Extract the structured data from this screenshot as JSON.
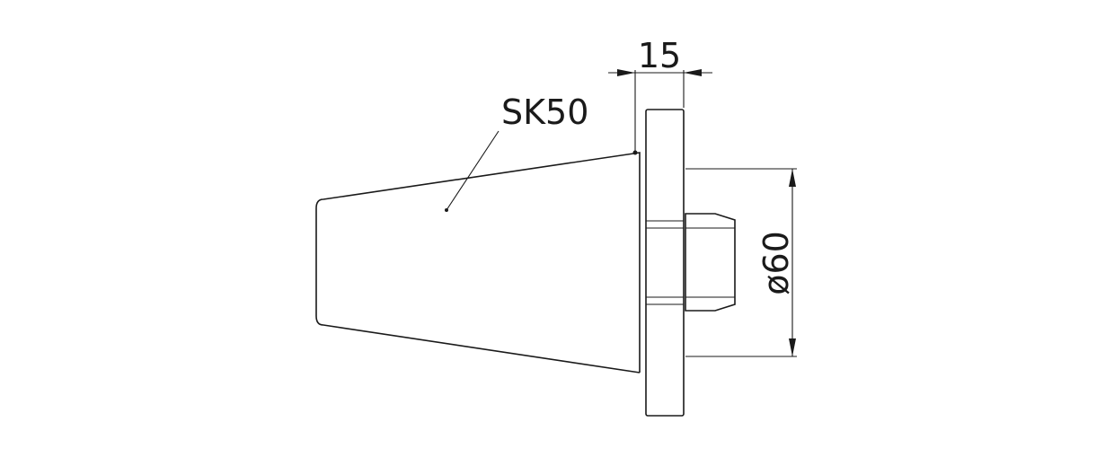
{
  "drawing": {
    "part_label": "SK50",
    "dim_width": "15",
    "dim_diameter": "ø60"
  }
}
